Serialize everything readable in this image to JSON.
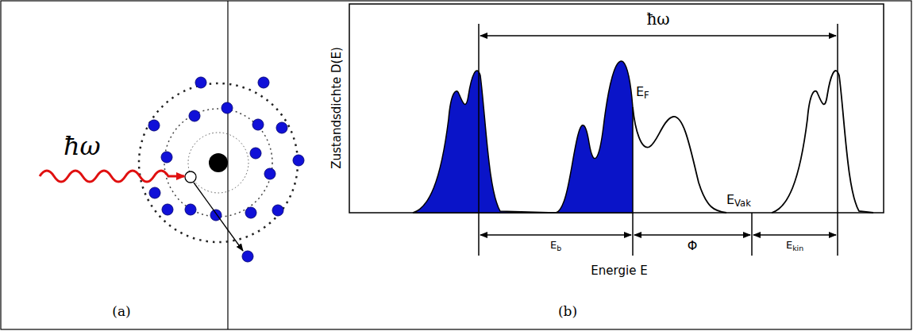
{
  "diagram": {
    "labels": [
      "ħω",
      "ħω",
      "Zustandsdichte D(E)",
      "E",
      "F",
      "E",
      "Vak",
      "E",
      "b",
      "Φ",
      "E",
      "kin",
      "Energie E",
      "(a)",
      "(b)"
    ]
  }
}
